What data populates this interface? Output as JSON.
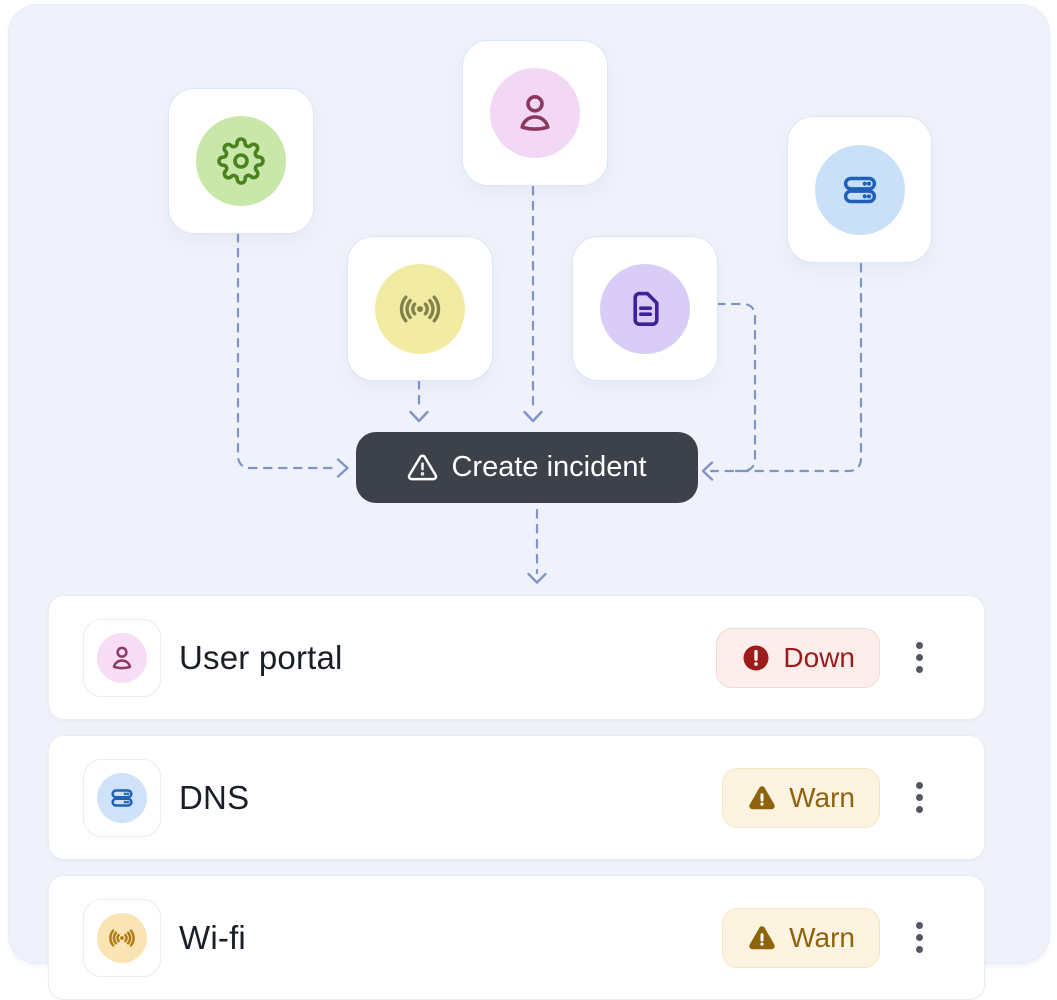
{
  "canvas": {
    "panel_bg": "#eff2fa",
    "outer_bg": "#ffffff"
  },
  "connector": {
    "color": "#8094c6",
    "style": "dashed"
  },
  "sources": [
    {
      "name": "settings",
      "icon": "gear-icon",
      "circle_bg": "#c8e7a9",
      "icon_color": "#4b811f"
    },
    {
      "name": "user",
      "icon": "person-icon",
      "circle_bg": "#f2d8f5",
      "icon_color": "#8c395f"
    },
    {
      "name": "broadcast",
      "icon": "radio-waves-icon",
      "circle_bg": "#f2eba3",
      "icon_color": "#82824b"
    },
    {
      "name": "document",
      "icon": "document-icon",
      "circle_bg": "#d9cdf7",
      "icon_color": "#41219b"
    },
    {
      "name": "server",
      "icon": "server-icon",
      "circle_bg": "#c9e0f8",
      "icon_color": "#2061b8"
    }
  ],
  "incident_button": {
    "label": "Create incident",
    "bg": "#3d424a",
    "text_color": "#ffffff",
    "icon": "warning-triangle-icon"
  },
  "services": [
    {
      "name": "User portal",
      "icon": "person-icon",
      "circle_bg": "#f7ddf6",
      "icon_color": "#8c395f",
      "status": {
        "label": "Down",
        "type": "down",
        "icon": "alert-circle-icon"
      }
    },
    {
      "name": "DNS",
      "icon": "server-icon",
      "circle_bg": "#cfe2f9",
      "icon_color": "#2061b8",
      "status": {
        "label": "Warn",
        "type": "warn",
        "icon": "warning-filled-icon"
      }
    },
    {
      "name": "Wi-fi",
      "icon": "radio-waves-icon",
      "circle_bg": "#fbe4b4",
      "icon_color": "#b07c17",
      "status": {
        "label": "Warn",
        "type": "warn",
        "icon": "warning-filled-icon"
      }
    }
  ],
  "status_styles": {
    "down": {
      "bg": "#fdeeec",
      "border": "#f5d9d4",
      "text": "#9d1b1b"
    },
    "warn": {
      "bg": "#fcf3e1",
      "border": "#f5e6c3",
      "text": "#8f620c"
    }
  }
}
